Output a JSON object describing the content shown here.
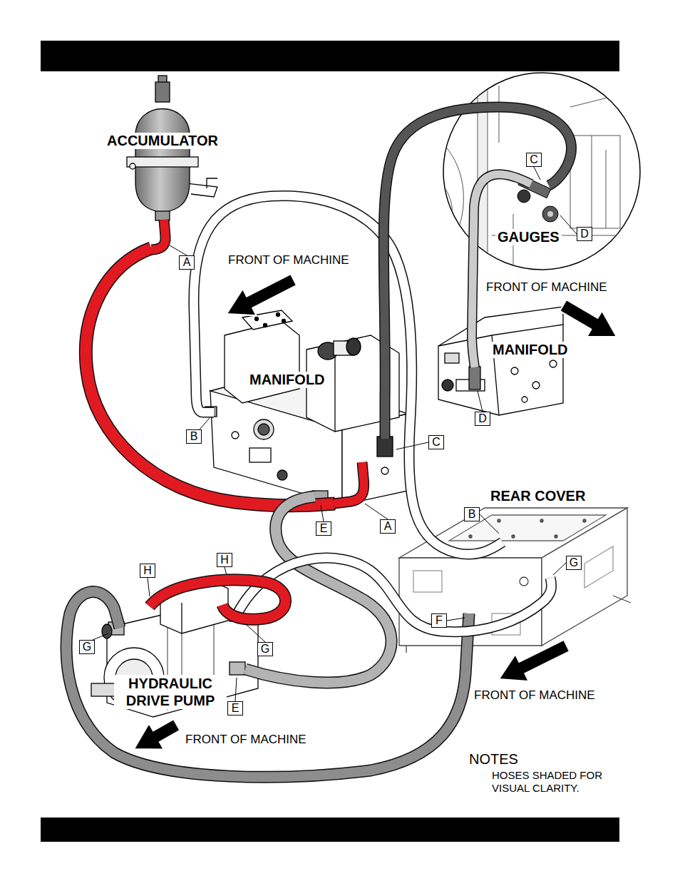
{
  "diagram": {
    "labels": [
      "ACCUMULATOR",
      "C",
      "D",
      "GAUGES",
      "FRONT OF MACHINE",
      "A",
      "FRONT OF MACHINE",
      "MANIFOLD",
      "MANIFOLD",
      "D",
      "B",
      "C",
      "REAR COVER",
      "B",
      "A",
      "E",
      "H",
      "G",
      "H",
      "F",
      "G",
      "G",
      "HYDRAULIC DRIVE PUMP",
      "FRONT OF MACHINE",
      "E",
      "FRONT OF MACHINE",
      "NOTES",
      "HOSES SHADED FOR VISUAL CLARITY."
    ]
  }
}
